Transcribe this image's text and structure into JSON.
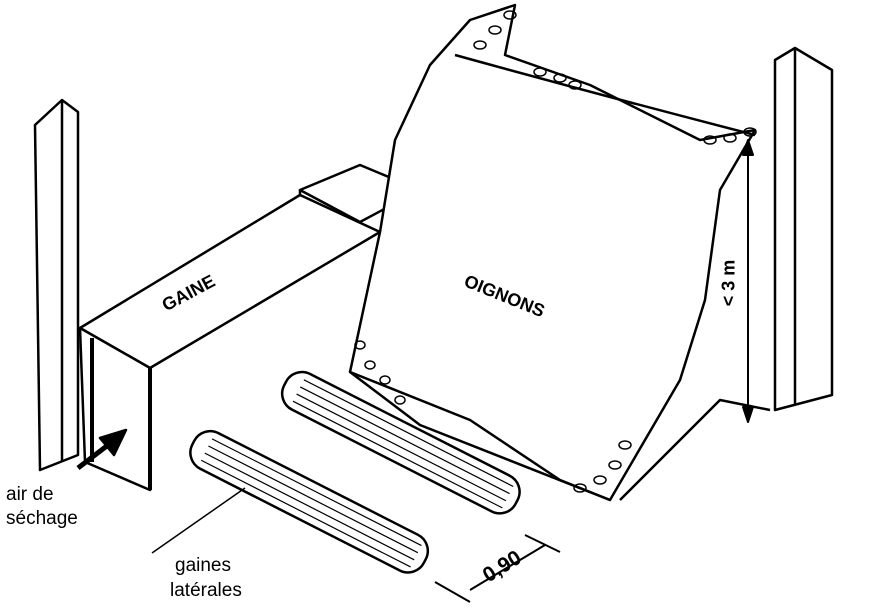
{
  "labels": {
    "duct": "GAINE",
    "onions": "OIGNONS",
    "height": "< 3 m",
    "air_line1": "air de",
    "air_line2": "séchage",
    "lateral_line1": "gaines",
    "lateral_line2": "latérales",
    "width": "0,90"
  },
  "colors": {
    "ink": "#000000",
    "paper": "#ffffff"
  }
}
